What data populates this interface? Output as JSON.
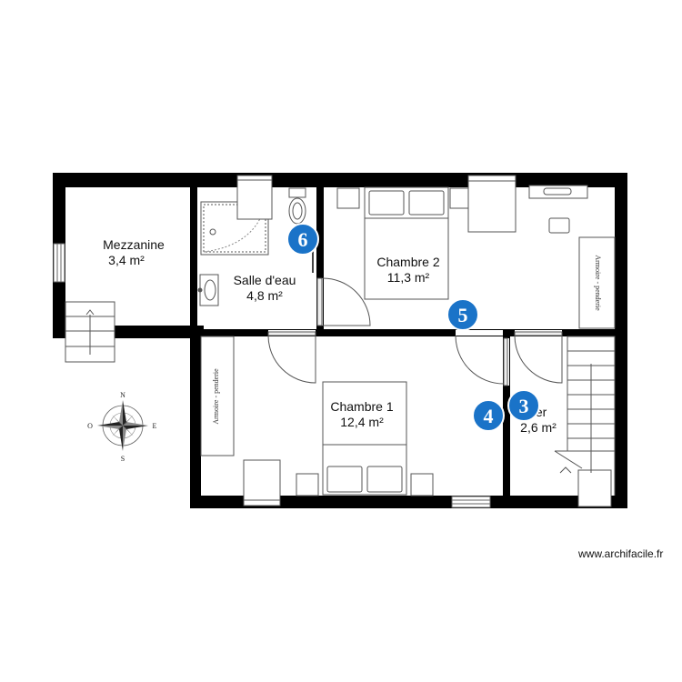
{
  "rooms": [
    {
      "name": "Mezzanine",
      "area": "3,4 m²"
    },
    {
      "name": "Salle d'eau",
      "area": "4,8 m²"
    },
    {
      "name": "Chambre 2",
      "area": "11,3 m²"
    },
    {
      "name": "Chambre 1",
      "area": "12,4 m²"
    },
    {
      "name": "lier",
      "area": "2,6 m²"
    }
  ],
  "markers": [
    "6",
    "5",
    "4",
    "3"
  ],
  "wardrobe_label": "Armoire - penderie",
  "compass": {
    "n": "N",
    "s": "S",
    "e": "E",
    "o": "O"
  },
  "watermark": "www.archifacile.fr",
  "colors": {
    "wall": "#000000",
    "marker": "#1a73c8",
    "marker_text": "#ffffff"
  }
}
